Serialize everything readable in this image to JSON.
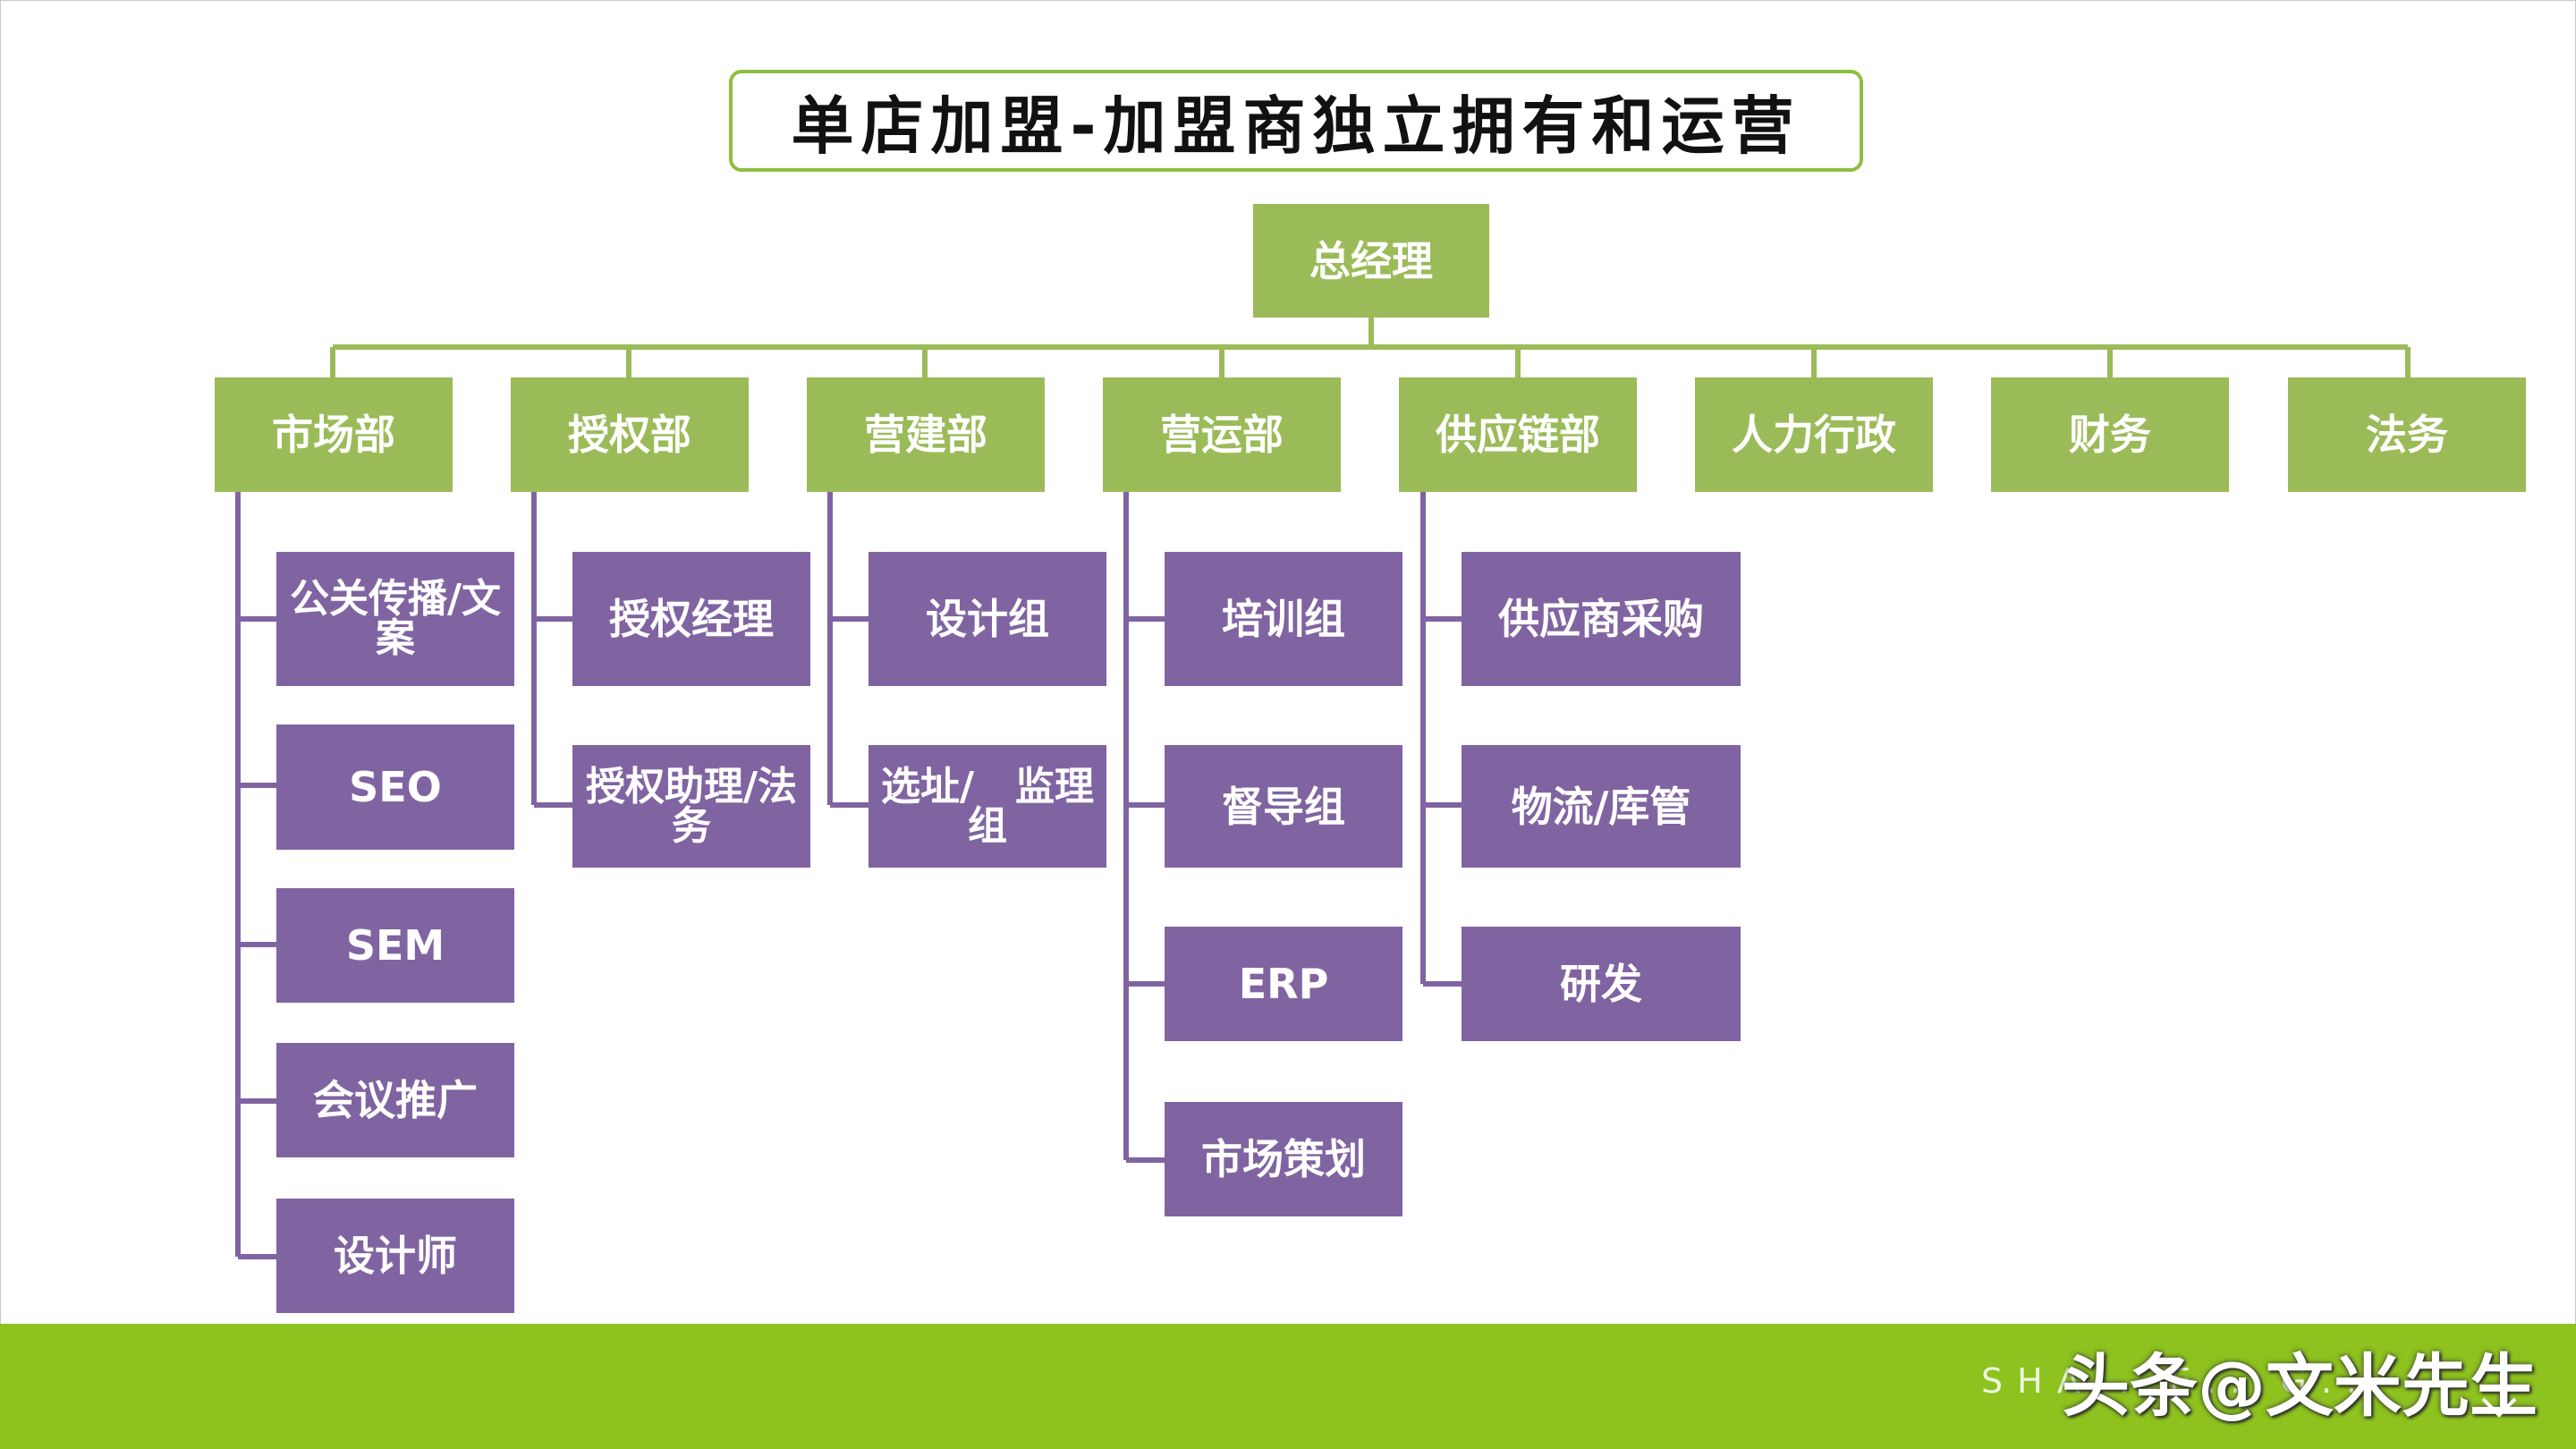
{
  "title": "单店加盟-加盟商独立拥有和运营",
  "root": "总经理",
  "departments": [
    "市场部",
    "授权部",
    "营建部",
    "营运部",
    "供应链部",
    "人力行政",
    "财务",
    "法务"
  ],
  "teams": {
    "market": [
      "公关传播/文案",
      "SEO",
      "SEM",
      "会议推广",
      "设计师"
    ],
    "license": [
      "授权经理",
      "授权助理/法务"
    ],
    "build": [
      "设计组",
      "选址/   监理组"
    ],
    "ops": [
      "培训组",
      "督导组",
      "ERP",
      "市场策划"
    ],
    "supply": [
      "供应商采购",
      "物流/库管",
      "研发"
    ]
  },
  "footer": {
    "subtitle": "SHA...E...G...",
    "watermark": "头条@文米先生"
  },
  "colors": {
    "green": "#9bbb59",
    "purple": "#8064a2",
    "title_border": "#8cbf3f",
    "footer": "#8dc21f"
  }
}
